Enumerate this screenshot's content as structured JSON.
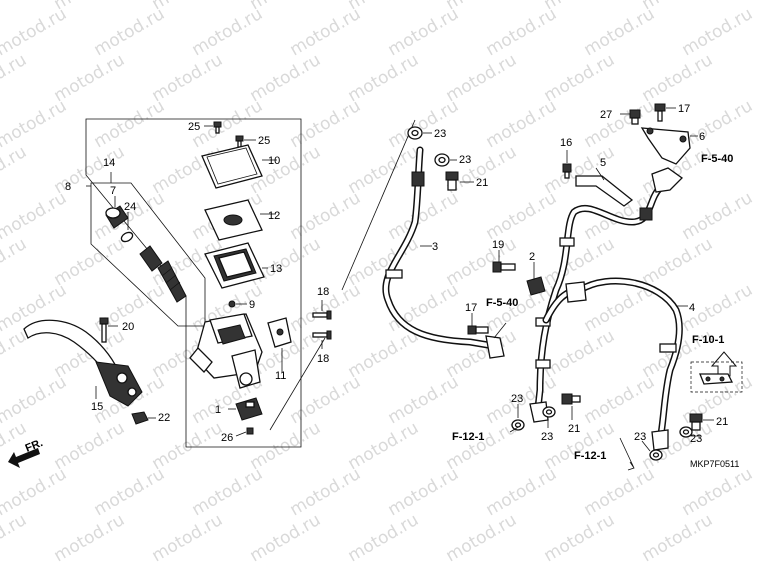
{
  "watermark": "motod.ru",
  "diagram_code": "MKP7F0511",
  "direction_label": "FR.",
  "callouts": [
    {
      "id": "c25a",
      "label": "25"
    },
    {
      "id": "c25b",
      "label": "25"
    },
    {
      "id": "c10",
      "label": "10"
    },
    {
      "id": "c14",
      "label": "14"
    },
    {
      "id": "c8",
      "label": "8"
    },
    {
      "id": "c7",
      "label": "7"
    },
    {
      "id": "c24",
      "label": "24"
    },
    {
      "id": "c12",
      "label": "12"
    },
    {
      "id": "c13",
      "label": "13"
    },
    {
      "id": "c9",
      "label": "9"
    },
    {
      "id": "c18a",
      "label": "18"
    },
    {
      "id": "c18b",
      "label": "18"
    },
    {
      "id": "c20",
      "label": "20"
    },
    {
      "id": "c11",
      "label": "11"
    },
    {
      "id": "c15",
      "label": "15"
    },
    {
      "id": "c22",
      "label": "22"
    },
    {
      "id": "c1",
      "label": "1"
    },
    {
      "id": "c26",
      "label": "26"
    },
    {
      "id": "c23a",
      "label": "23"
    },
    {
      "id": "c23b",
      "label": "23"
    },
    {
      "id": "c21a",
      "label": "21"
    },
    {
      "id": "c3",
      "label": "3"
    },
    {
      "id": "c19",
      "label": "19"
    },
    {
      "id": "c2",
      "label": "2"
    },
    {
      "id": "c17a",
      "label": "17"
    },
    {
      "id": "c16",
      "label": "16"
    },
    {
      "id": "c5",
      "label": "5"
    },
    {
      "id": "c27",
      "label": "27"
    },
    {
      "id": "c17b",
      "label": "17"
    },
    {
      "id": "c6",
      "label": "6"
    },
    {
      "id": "c4",
      "label": "4"
    },
    {
      "id": "c23c",
      "label": "23"
    },
    {
      "id": "c23d",
      "label": "23"
    },
    {
      "id": "c21b",
      "label": "21"
    },
    {
      "id": "c23e",
      "label": "23"
    },
    {
      "id": "c21c",
      "label": "21"
    },
    {
      "id": "c23f",
      "label": "23"
    }
  ],
  "references": [
    {
      "id": "r_f540a",
      "label": "F-5-40"
    },
    {
      "id": "r_f540b",
      "label": "F-5-40"
    },
    {
      "id": "r_f101",
      "label": "F-10-1"
    },
    {
      "id": "r_f121a",
      "label": "F-12-1"
    },
    {
      "id": "r_f121b",
      "label": "F-12-1"
    }
  ]
}
